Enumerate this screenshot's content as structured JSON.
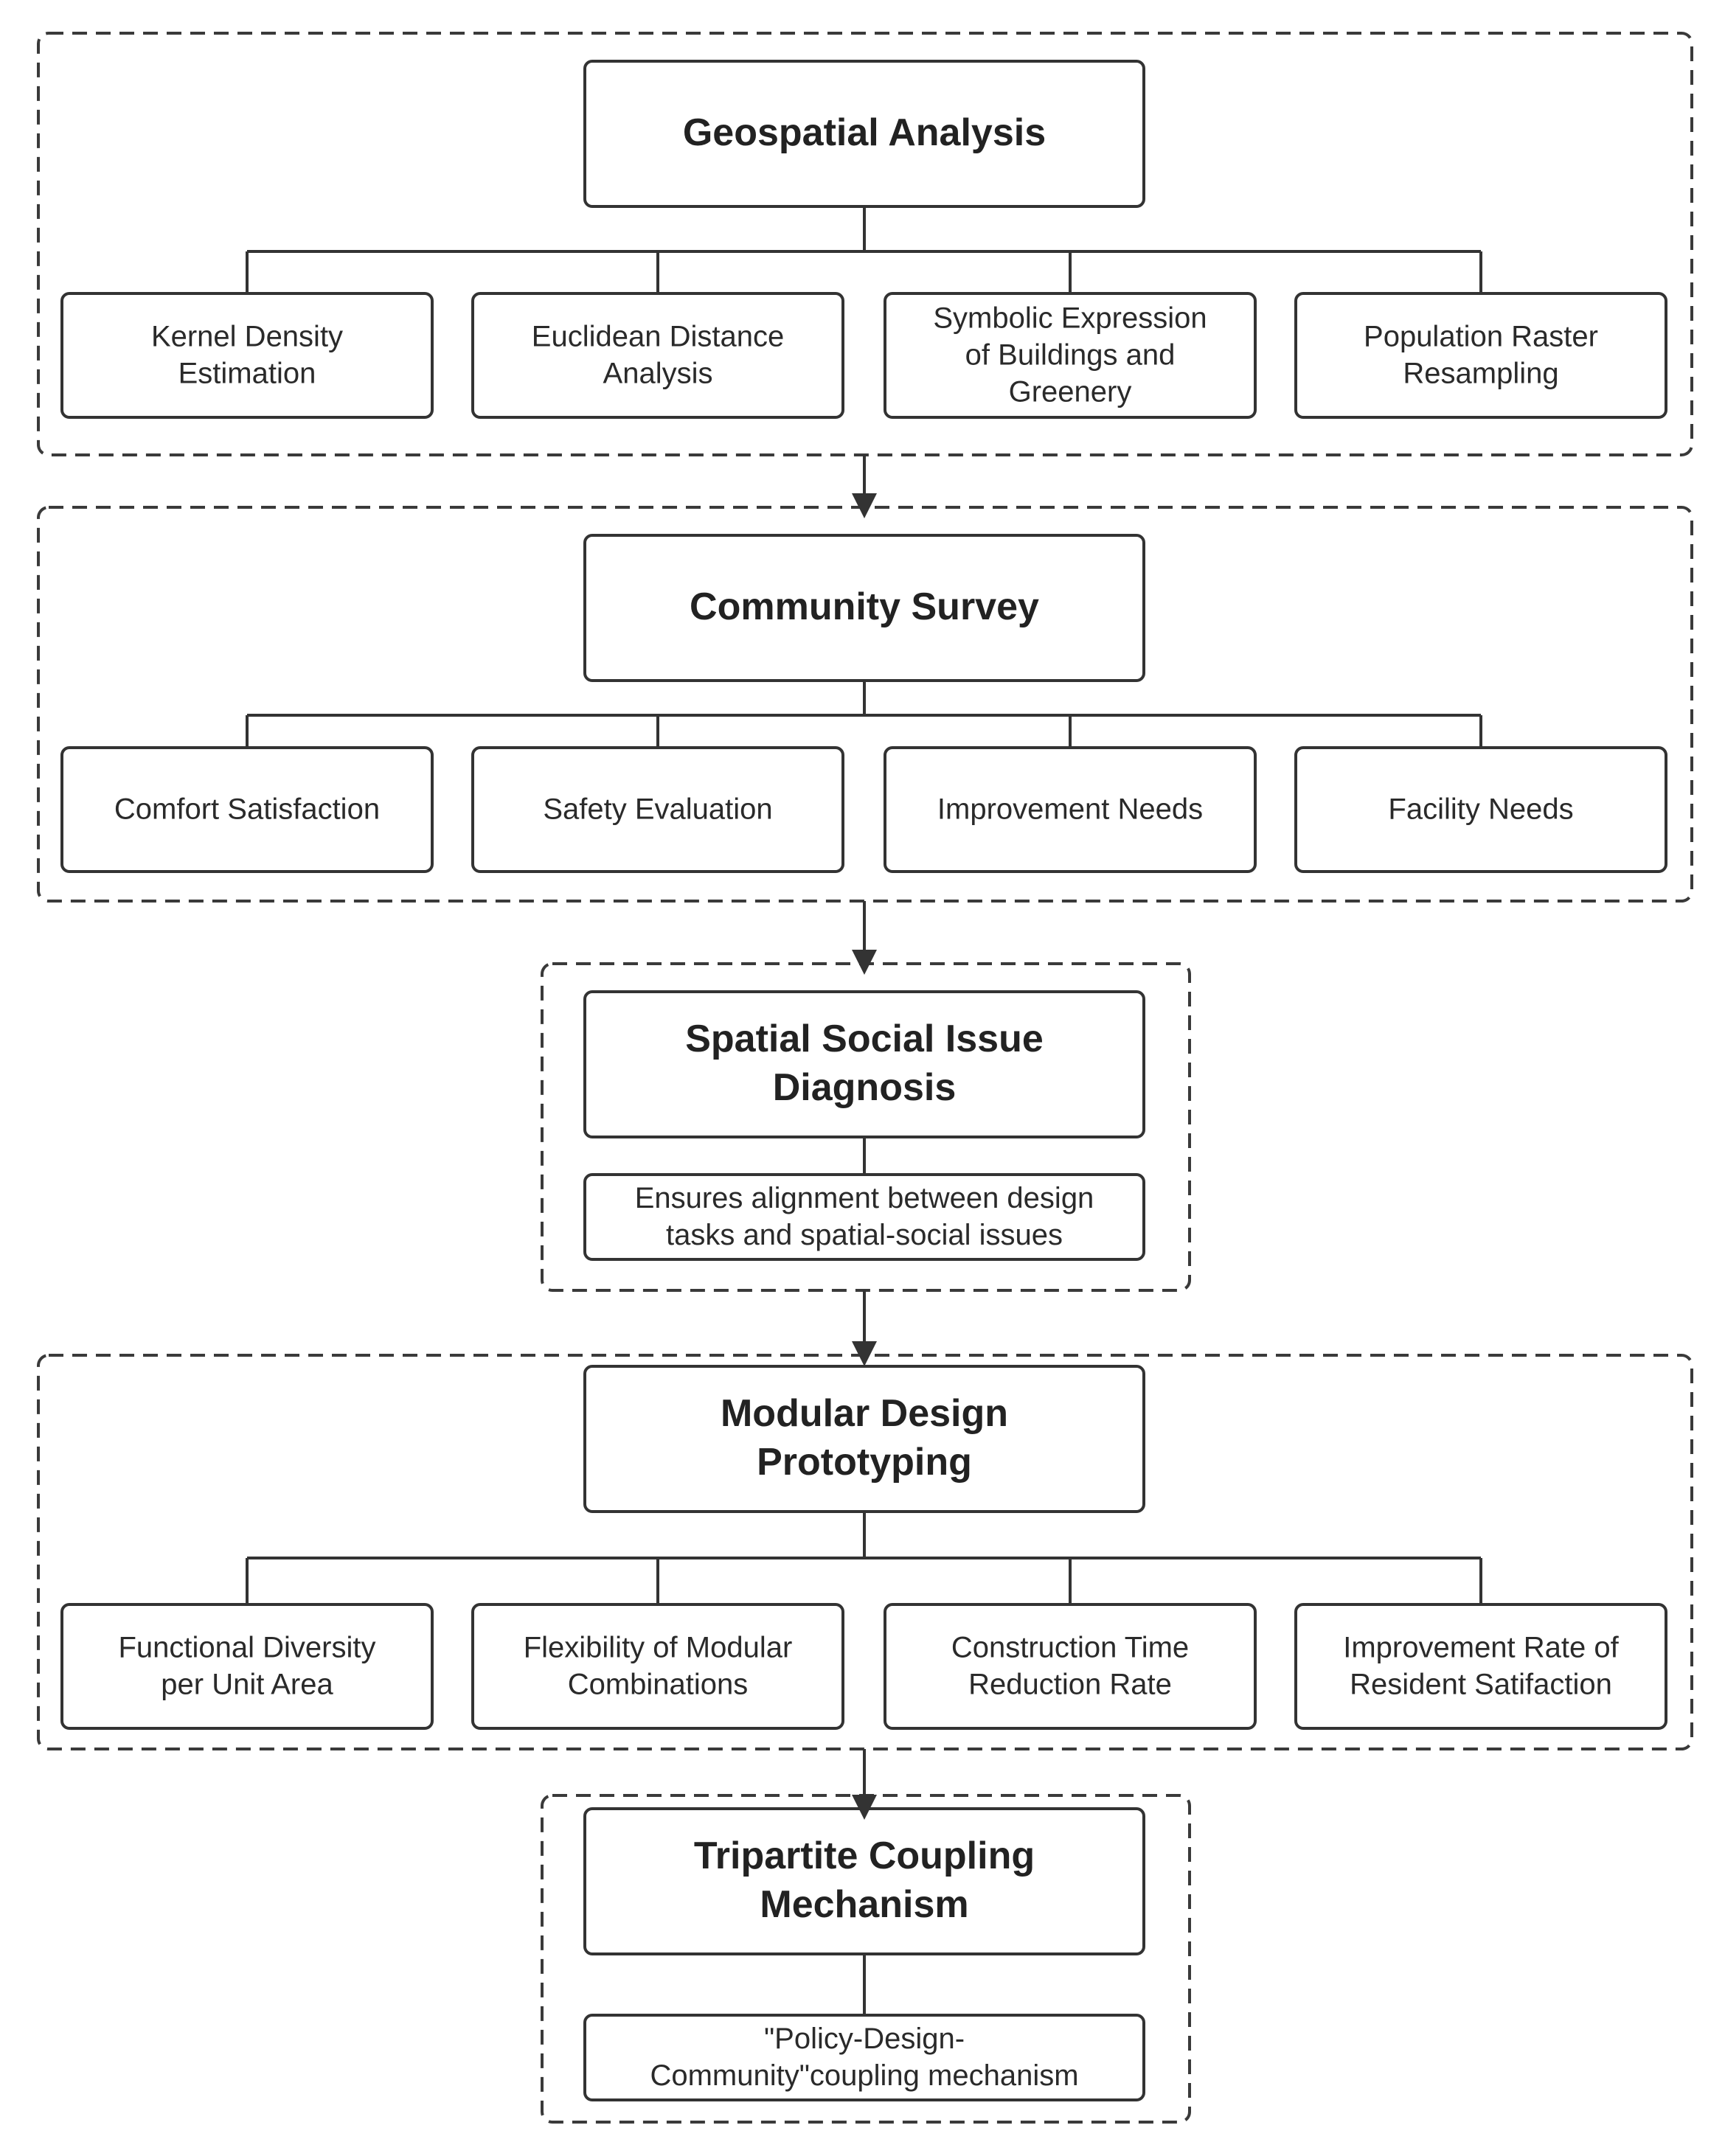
{
  "diagram": {
    "groups": [
      {
        "title_lines": [
          "Geospatial Analysis"
        ],
        "children": [
          [
            "Kernel Density",
            "Estimation"
          ],
          [
            "Euclidean Distance",
            "Analysis"
          ],
          [
            "Symbolic Expression",
            "of Buildings and",
            "Greenery"
          ],
          [
            "Population Raster",
            "Resampling"
          ]
        ]
      },
      {
        "title_lines": [
          "Community Survey"
        ],
        "children": [
          [
            "Comfort Satisfaction"
          ],
          [
            "Safety Evaluation"
          ],
          [
            "Improvement Needs"
          ],
          [
            "Facility Needs"
          ]
        ]
      },
      {
        "title_lines": [
          "Spatial Social Issue",
          "Diagnosis"
        ],
        "children": [
          [
            "Ensures alignment between design",
            "tasks and spatial-social issues"
          ]
        ]
      },
      {
        "title_lines": [
          "Modular Design",
          "Prototyping"
        ],
        "children": [
          [
            "Functional Diversity",
            "per Unit Area"
          ],
          [
            "Flexibility of Modular",
            "Combinations"
          ],
          [
            "Construction Time",
            "Reduction Rate"
          ],
          [
            "Improvement Rate of",
            "Resident Satifaction"
          ]
        ]
      },
      {
        "title_lines": [
          "Tripartite Coupling",
          "Mechanism"
        ],
        "children": [
          [
            "\"Policy-Design-",
            "Community\"coupling mechanism"
          ]
        ]
      }
    ]
  }
}
